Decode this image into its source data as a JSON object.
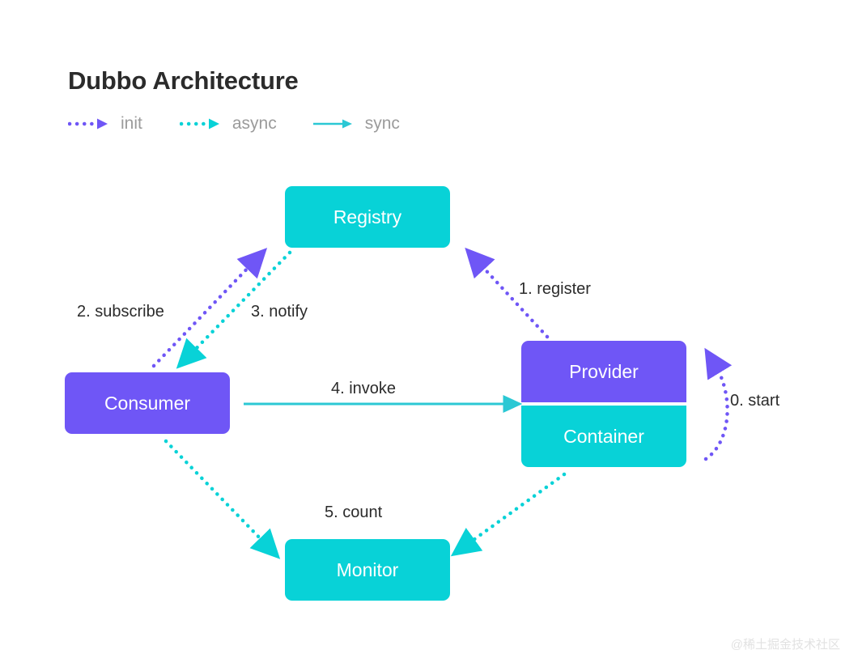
{
  "title": "Dubbo Architecture",
  "legend": {
    "items": [
      {
        "key": "init",
        "label": "init",
        "style": "dotted",
        "color": "#6f56f6"
      },
      {
        "key": "async",
        "label": "async",
        "style": "dotted",
        "color": "#08d2d7"
      },
      {
        "key": "sync",
        "label": "sync",
        "style": "solid",
        "color": "#2bc8d4"
      }
    ]
  },
  "nodes": [
    {
      "id": "registry",
      "label": "Registry",
      "color": "#08d2d7"
    },
    {
      "id": "consumer",
      "label": "Consumer",
      "color": "#6f56f6"
    },
    {
      "id": "provider",
      "label": "Provider",
      "color": "#6f56f6"
    },
    {
      "id": "container",
      "label": "Container",
      "color": "#08d2d7"
    },
    {
      "id": "monitor",
      "label": "Monitor",
      "color": "#08d2d7"
    }
  ],
  "edges": [
    {
      "id": "start",
      "label": "0. start",
      "from": "container",
      "to": "provider",
      "style": "dotted",
      "color": "#6f56f6"
    },
    {
      "id": "register",
      "label": "1. register",
      "from": "provider",
      "to": "registry",
      "style": "dotted",
      "color": "#6f56f6"
    },
    {
      "id": "subscribe",
      "label": "2. subscribe",
      "from": "consumer",
      "to": "registry",
      "style": "dotted",
      "color": "#6f56f6"
    },
    {
      "id": "notify",
      "label": "3. notify",
      "from": "registry",
      "to": "consumer",
      "style": "dotted",
      "color": "#08d2d7"
    },
    {
      "id": "invoke",
      "label": "4. invoke",
      "from": "consumer",
      "to": "provider",
      "style": "solid",
      "color": "#2bc8d4"
    },
    {
      "id": "count",
      "label": "5. count",
      "from": "consumer",
      "to": "monitor",
      "style": "dotted",
      "color": "#08d2d7"
    },
    {
      "id": "count2",
      "label": "",
      "from": "container",
      "to": "monitor",
      "style": "dotted",
      "color": "#08d2d7"
    }
  ],
  "watermark": "@稀土掘金技术社区",
  "colors": {
    "purple": "#6f56f6",
    "teal": "#08d2d7",
    "sync_teal": "#2bc8d4",
    "text": "#2b2b2b",
    "muted": "#9b9b9b",
    "background": "#ffffff"
  }
}
